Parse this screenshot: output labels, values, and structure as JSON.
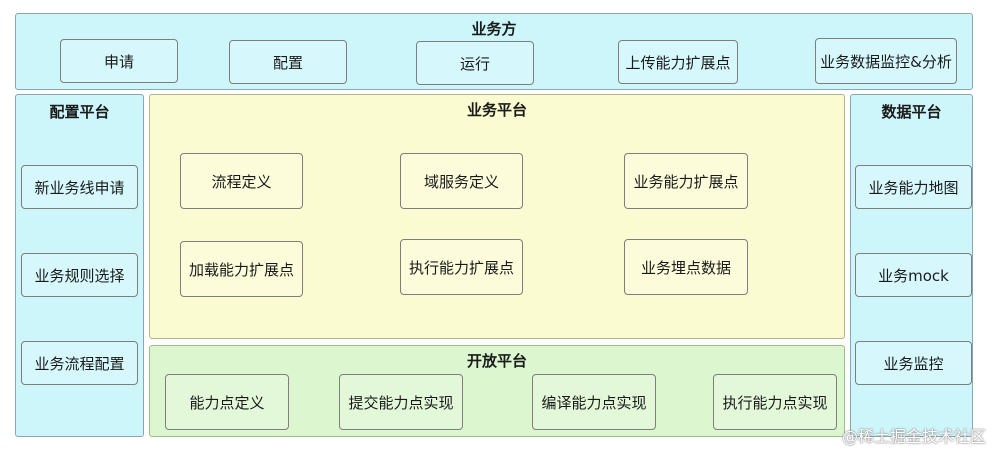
{
  "business_side": {
    "title": "业务方",
    "items": [
      "申请",
      "配置",
      "运行",
      "上传能力扩展点",
      "业务数据监控&分析"
    ]
  },
  "config_platform": {
    "title": "配置平台",
    "items": [
      "新业务线申请",
      "业务规则选择",
      "业务流程配置"
    ]
  },
  "business_platform": {
    "title": "业务平台",
    "items": [
      "流程定义",
      "域服务定义",
      "业务能力扩展点",
      "加载能力扩展点",
      "执行能力扩展点",
      "业务埋点数据"
    ]
  },
  "open_platform": {
    "title": "开放平台",
    "items": [
      "能力点定义",
      "提交能力点实现",
      "编译能力点实现",
      "执行能力点实现"
    ]
  },
  "data_platform": {
    "title": "数据平台",
    "items": [
      "业务能力地图",
      "业务mock",
      "业务监控"
    ]
  },
  "watermark": "@稀土掘金技术社区"
}
